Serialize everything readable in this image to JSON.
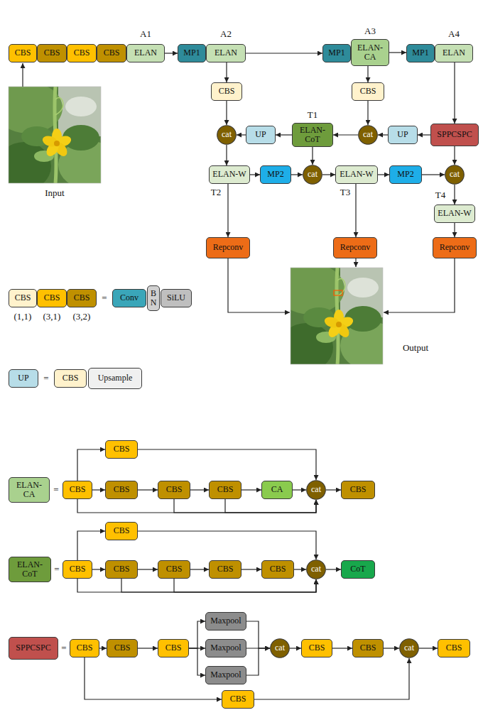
{
  "diagram": {
    "nodes": [
      {
        "text": [
          "CBS"
        ]
      },
      {
        "text": [
          "CBS"
        ]
      },
      {
        "text": [
          "CBS"
        ]
      },
      {
        "text": [
          "CBS"
        ]
      },
      {
        "text": [
          "ELAN"
        ]
      },
      {
        "text": [
          "MP1"
        ]
      },
      {
        "text": [
          "ELAN"
        ]
      },
      {
        "text": [
          "MP1"
        ]
      },
      {
        "text": [
          "ELAN- CA"
        ]
      },
      {
        "text": [
          "MP1"
        ]
      },
      {
        "text": [
          "ELAN"
        ]
      },
      {
        "text": [
          "CBS"
        ]
      },
      {
        "text": [
          "CBS"
        ]
      },
      {
        "text": [
          "cat"
        ]
      },
      {
        "text": [
          "UP"
        ]
      },
      {
        "text": [
          "ELAN- CoT"
        ]
      },
      {
        "text": [
          "cat"
        ]
      },
      {
        "text": [
          "UP"
        ]
      },
      {
        "text": [
          "SPPCSPC"
        ]
      },
      {
        "text": [
          "ELAN-W"
        ]
      },
      {
        "text": [
          "MP2"
        ]
      },
      {
        "text": [
          "cat"
        ]
      },
      {
        "text": [
          "ELAN-W"
        ]
      },
      {
        "text": [
          "MP2"
        ]
      },
      {
        "text": [
          "cat"
        ]
      },
      {
        "text": [
          "ELAN-W"
        ]
      },
      {
        "text": [
          "Repconv"
        ]
      },
      {
        "text": [
          "Repconv"
        ]
      },
      {
        "text": [
          "Repconv"
        ]
      },
      {
        "text": [
          "CBS"
        ]
      },
      {
        "text": [
          "CBS"
        ]
      },
      {
        "text": [
          "CBS"
        ]
      },
      {
        "text": [
          "Conv"
        ]
      },
      {
        "text": [
          "B N"
        ]
      },
      {
        "text": [
          "SiLU"
        ]
      },
      {
        "text": [
          "UP"
        ]
      },
      {
        "text": [
          "CBS"
        ]
      },
      {
        "text": [
          "Upsample"
        ]
      },
      {
        "text": [
          "ELAN- CA"
        ]
      },
      {
        "text": [
          "CBS"
        ]
      },
      {
        "text": [
          "CBS"
        ]
      },
      {
        "text": [
          "CBS"
        ]
      },
      {
        "text": [
          "CBS"
        ]
      },
      {
        "text": [
          "CBS"
        ]
      },
      {
        "text": [
          "CA"
        ]
      },
      {
        "text": [
          "cat"
        ]
      },
      {
        "text": [
          "CBS"
        ]
      },
      {
        "text": [
          "ELAN- CoT"
        ]
      },
      {
        "text": [
          "CBS"
        ]
      },
      {
        "text": [
          "CBS"
        ]
      },
      {
        "text": [
          "CBS"
        ]
      },
      {
        "text": [
          "CBS"
        ]
      },
      {
        "text": [
          "CBS"
        ]
      },
      {
        "text": [
          "CBS"
        ]
      },
      {
        "text": [
          "cat"
        ]
      },
      {
        "text": [
          "CoT"
        ]
      },
      {
        "text": [
          "SPPCSPC"
        ]
      },
      {
        "text": [
          "CBS"
        ]
      },
      {
        "text": [
          "CBS"
        ]
      },
      {
        "text": [
          "CBS"
        ]
      },
      {
        "text": [
          "Maxpool"
        ]
      },
      {
        "text": [
          "Maxpool"
        ]
      },
      {
        "text": [
          "Maxpool"
        ]
      },
      {
        "text": [
          "cat"
        ]
      },
      {
        "text": [
          "CBS"
        ]
      },
      {
        "text": [
          "CBS"
        ]
      },
      {
        "text": [
          "cat"
        ]
      },
      {
        "text": [
          "CBS"
        ]
      },
      {
        "text": [
          "CBS"
        ]
      }
    ],
    "edges": [
      {
        "from": 4,
        "to": 5,
        "arrow": "to"
      },
      {
        "from": 6,
        "to": 7,
        "arrow": "to"
      },
      {
        "from": 8,
        "to": 9,
        "arrow": "to"
      },
      {
        "from": 6,
        "to": 11,
        "arrow": "to"
      },
      {
        "from": 11,
        "to": 13,
        "arrow": "to"
      },
      {
        "from": 8,
        "to": 12,
        "arrow": "to"
      },
      {
        "from": 12,
        "to": 16,
        "arrow": "to"
      },
      {
        "from": 10,
        "to": 18,
        "arrow": "to"
      },
      {
        "from": 18,
        "to": 17,
        "arrow": "to"
      },
      {
        "from": 17,
        "to": 16,
        "arrow": "to"
      },
      {
        "from": 16,
        "to": 15,
        "arrow": "to"
      },
      {
        "from": 15,
        "to": 14,
        "arrow": "to"
      },
      {
        "from": 14,
        "to": 13,
        "arrow": "to"
      },
      {
        "from": 18,
        "to": 24,
        "arrow": "to"
      },
      {
        "from": 13,
        "to": 19,
        "arrow": "to"
      },
      {
        "from": 15,
        "to": 21,
        "arrow": "to"
      },
      {
        "from": 19,
        "to": 20,
        "arrow": "to"
      },
      {
        "from": 20,
        "to": 21,
        "arrow": "to"
      },
      {
        "from": 21,
        "to": 22,
        "arrow": "to"
      },
      {
        "from": 22,
        "to": 23,
        "arrow": "to"
      },
      {
        "from": 23,
        "to": 24,
        "arrow": "to"
      },
      {
        "from": 24,
        "to": 25,
        "arrow": "to"
      },
      {
        "from": 19,
        "to": 26,
        "arrow": "to"
      },
      {
        "from": 22,
        "to": 27,
        "arrow": "to"
      },
      {
        "from": 25,
        "to": 28,
        "arrow": "to"
      },
      {
        "from": 39,
        "to": 40,
        "arrow": "to"
      },
      {
        "from": 40,
        "to": 45,
        "arrow": "to"
      },
      {
        "from": 39,
        "to": 41,
        "arrow": "to"
      },
      {
        "from": 41,
        "to": 42,
        "arrow": "to"
      },
      {
        "from": 42,
        "to": 43,
        "arrow": "to"
      },
      {
        "from": 43,
        "to": 44,
        "arrow": "to"
      },
      {
        "from": 44,
        "to": 45,
        "arrow": "to"
      },
      {
        "from": 45,
        "to": 46,
        "arrow": "to"
      },
      {
        "from": 39,
        "to": 45,
        "arrow": "to"
      },
      {
        "from": 42,
        "to": 45,
        "arrow": "to"
      },
      {
        "from": 43,
        "to": 45,
        "arrow": "to"
      },
      {
        "from": 48,
        "to": 49,
        "arrow": "to"
      },
      {
        "from": 49,
        "to": 54,
        "arrow": "to"
      },
      {
        "from": 48,
        "to": 50,
        "arrow": "to"
      },
      {
        "from": 50,
        "to": 51,
        "arrow": "to"
      },
      {
        "from": 51,
        "to": 52,
        "arrow": "to"
      },
      {
        "from": 52,
        "to": 53,
        "arrow": "to"
      },
      {
        "from": 53,
        "to": 54,
        "arrow": "to"
      },
      {
        "from": 54,
        "to": 55,
        "arrow": "to"
      },
      {
        "from": 48,
        "to": 54,
        "arrow": "to"
      },
      {
        "from": 50,
        "to": 54,
        "arrow": "to"
      },
      {
        "from": 51,
        "to": 54,
        "arrow": "to"
      },
      {
        "from": 57,
        "to": 58,
        "arrow": "to"
      },
      {
        "from": 58,
        "to": 59,
        "arrow": "to"
      },
      {
        "from": 59,
        "to": 60,
        "arrow": "to"
      },
      {
        "from": 59,
        "to": 61,
        "arrow": "to"
      },
      {
        "from": 59,
        "to": 62,
        "arrow": "to"
      },
      {
        "from": 60,
        "to": 63,
        "arrow": "to"
      },
      {
        "from": 61,
        "to": 63,
        "arrow": "to"
      },
      {
        "from": 62,
        "to": 63,
        "arrow": "to"
      },
      {
        "from": 63,
        "to": 64,
        "arrow": "to"
      },
      {
        "from": 64,
        "to": 65,
        "arrow": "to"
      },
      {
        "from": 65,
        "to": 66,
        "arrow": "to"
      },
      {
        "from": 66,
        "to": 67,
        "arrow": "to"
      },
      {
        "from": 57,
        "to": 68,
        "arrow": "to"
      },
      {
        "from": 68,
        "to": 66,
        "arrow": "to"
      }
    ],
    "labels": [
      "A1",
      "A2",
      "A3",
      "A4",
      "T1",
      "T2",
      "T3",
      "T4",
      "Input",
      "Output",
      "=",
      "(1,1)",
      "(3,1)",
      "(3,2)",
      "=",
      "=",
      "=",
      "="
    ]
  }
}
